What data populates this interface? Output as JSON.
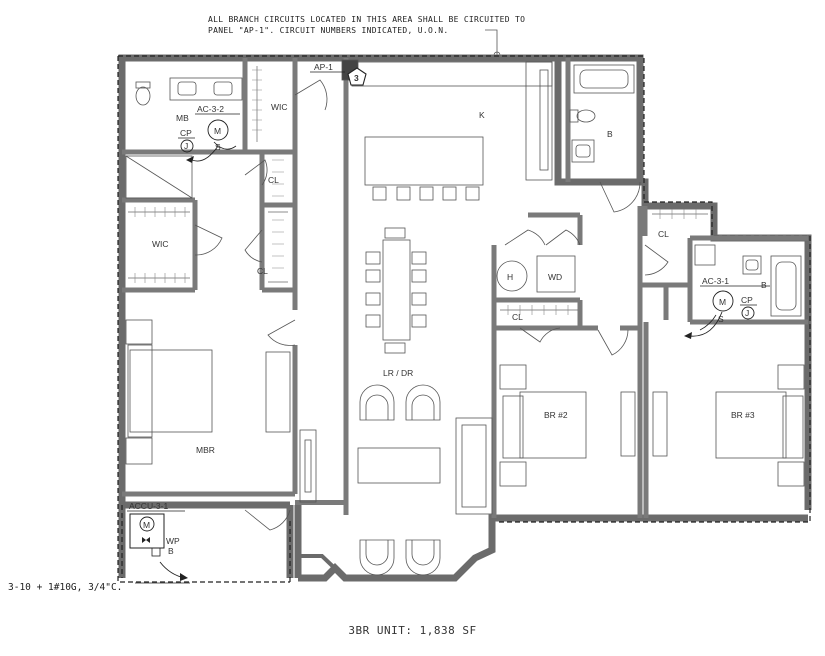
{
  "general_note": {
    "line1": "ALL BRANCH CIRCUITS LOCATED IN THIS AREA SHALL BE CIRCUITED TO",
    "line2": "PANEL \"AP-1\". CIRCUIT NUMBERS INDICATED, U.O.N."
  },
  "panel": {
    "label": "AP-1",
    "circuit": "3"
  },
  "rooms": {
    "mb": "MB",
    "wic1": "WIC",
    "k": "K",
    "b1": "B",
    "cl1": "CL",
    "wic2": "WIC",
    "cl2": "CL",
    "cl3": "CL",
    "h": "H",
    "wd": "WD",
    "cl4": "CL",
    "b2": "B",
    "lrdr": "LR / DR",
    "br2": "BR #2",
    "br3": "BR #3",
    "mbr": "MBR"
  },
  "equipment": {
    "ac32": "AC-3-2",
    "ac31": "AC-3-1",
    "accu": "ACCU-3-1",
    "motor": "M",
    "switch": "S",
    "cp": "CP",
    "junction": "J",
    "wp": "WP",
    "b": "B"
  },
  "home_run": "3-10 + 1#10G, 3/4\"C.",
  "unit_label": "3BR UNIT: 1,838 SF"
}
